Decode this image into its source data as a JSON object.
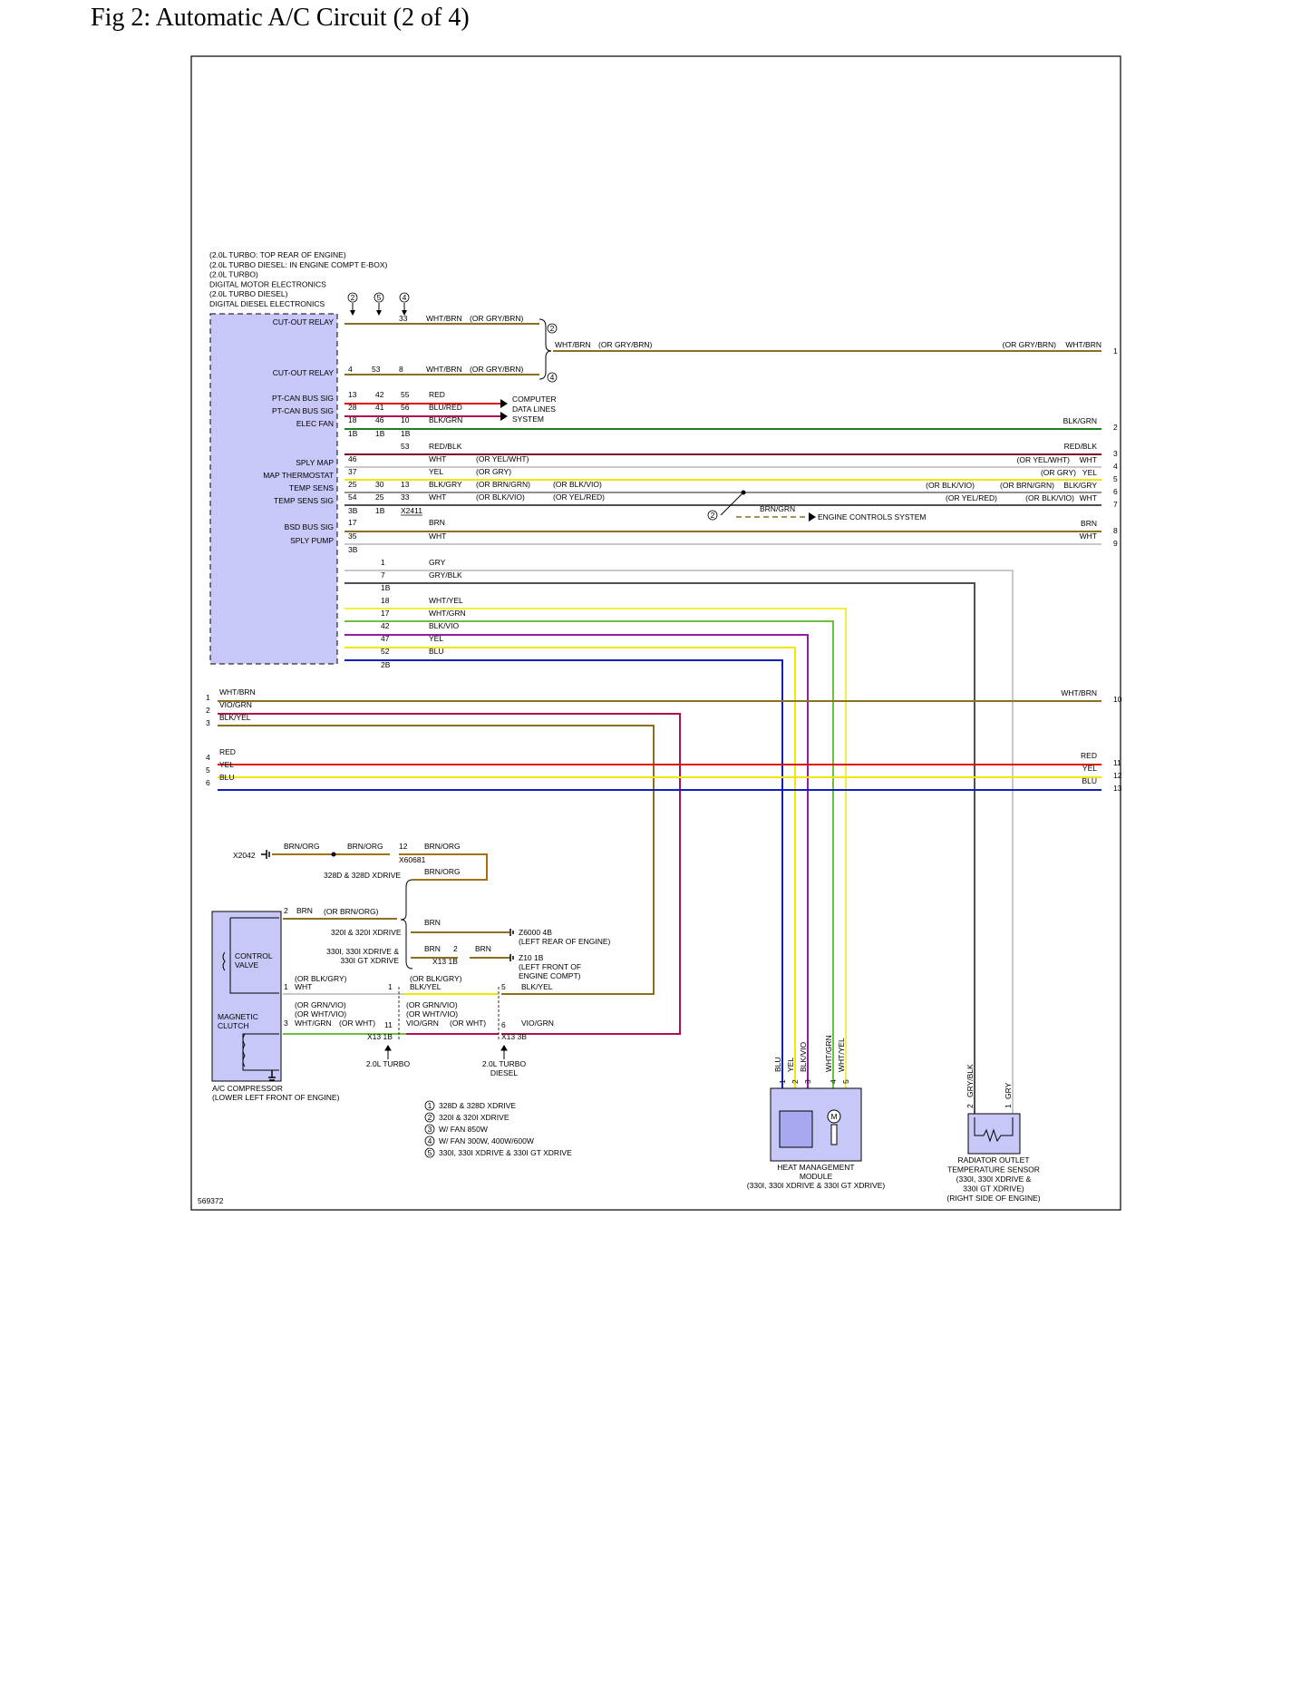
{
  "title": "Fig 2: Automatic A/C Circuit (2 of 4)",
  "figure_id": "569372",
  "colors": {
    "frame": "#000000",
    "module_fill": "#c8c8f8",
    "brown_olive": "#8a7020",
    "red": "#e01010",
    "magenta_red": "#b01050",
    "dark_red": "#800020",
    "green": "#208020",
    "white_wire": "#c8c8c8",
    "yellow": "#f0e800",
    "gray": "#909090",
    "dark_gray": "#505050",
    "purple": "#9020a0",
    "light_green": "#70c040",
    "blue": "#1020c0",
    "brn_org": "#a07010"
  },
  "dme": {
    "notes": [
      "(2.0L TURBO: TOP REAR OF ENGINE)",
      "(2.0L TURBO DIESEL: IN ENGINE COMPT E-BOX)",
      "(2.0L TURBO)",
      "DIGITAL MOTOR ELECTRONICS",
      "(2.0L TURBO DIESEL)",
      "DIGITAL DIESEL ELECTRONICS"
    ],
    "pins": [
      "CUT-OUT RELAY",
      "CUT-OUT RELAY",
      "PT-CAN BUS SIG",
      "PT-CAN BUS SIG",
      "ELEC FAN",
      "SPLY MAP",
      "MAP THERMOSTAT",
      "TEMP SENS",
      "TEMP SENS SIG",
      "BSD BUS SIG",
      "SPLY PUMP"
    ]
  },
  "circles": [
    "2",
    "5",
    "4",
    "1",
    "3"
  ],
  "labels": {
    "wht_brn": "WHT/BRN",
    "or_gry_brn": "(OR GRY/BRN)",
    "red": "RED",
    "blu_red": "BLU/RED",
    "blk_grn": "BLK/GRN",
    "red_blk": "RED/BLK",
    "wht": "WHT",
    "yel": "YEL",
    "blk_gry": "BLK/GRY",
    "or_yel_wht": "(OR YEL/WHT)",
    "or_gry": "(OR GRY)",
    "or_brn_grn": "(OR BRN/GRN)",
    "or_blk_vio": "(OR BLK/VIO)",
    "or_yel_red": "(OR YEL/RED)",
    "brn": "BRN",
    "brn_grn": "BRN/GRN",
    "gry": "GRY",
    "gry_blk": "GRY/BLK",
    "wht_yel": "WHT/YEL",
    "wht_grn": "WHT/GRN",
    "blk_vio": "BLK/VIO",
    "blu": "BLU",
    "vio_grn": "VIO/GRN",
    "blk_yel": "BLK/YEL",
    "brn_org": "BRN/ORG",
    "or_brn_org": "(OR BRN/ORG)",
    "or_blk_gry": "(OR BLK/GRY)",
    "or_grn_vio": "(OR GRN/VIO)",
    "or_wht_vio": "(OR WHT/VIO)",
    "or_wht": "(OR WHT)",
    "computer_data": [
      "COMPUTER",
      "DATA LINES",
      "SYSTEM"
    ],
    "engine_controls": "ENGINE CONTROLS SYSTEM",
    "x2411": "X2411",
    "x2042": "X2042",
    "x60681": "X60681",
    "x13_1b": "X13 1B",
    "x13_3b": "X13 3B",
    "z6000": [
      "Z6000 4B",
      "(LEFT REAR OF ENGINE)"
    ],
    "z10": [
      "Z10 1B",
      "(LEFT FRONT OF",
      "ENGINE COMPT)"
    ],
    "v328d": "328D & 328D XDRIVE",
    "v320i": "320I & 320I XDRIVE",
    "v330i": [
      "330I, 330I XDRIVE &",
      "330I GT XDRIVE"
    ],
    "turbo": "2.0L TURBO",
    "turbo_diesel": [
      "2.0L TURBO",
      "DIESEL"
    ],
    "control_valve": [
      "CONTROL",
      "VALVE"
    ],
    "magnetic_clutch": [
      "MAGNETIC",
      "CLUTCH"
    ],
    "ac_compressor": [
      "A/C COMPRESSOR",
      "(LOWER LEFT FRONT OF ENGINE)"
    ],
    "heat_module": [
      "HEAT MANAGEMENT",
      "MODULE",
      "(330I, 330I XDRIVE & 330I GT XDRIVE)"
    ],
    "radiator_sensor": [
      "RADIATOR OUTLET",
      "TEMPERATURE SENSOR",
      "(330I, 330I XDRIVE &",
      "330I GT XDRIVE)",
      "(RIGHT SIDE OF ENGINE)"
    ],
    "motor": "M"
  },
  "legend": [
    {
      "num": "1",
      "text": "328D & 328D XDRIVE"
    },
    {
      "num": "2",
      "text": "320I & 320I XDRIVE"
    },
    {
      "num": "3",
      "text": "W/ FAN 850W"
    },
    {
      "num": "4",
      "text": "W/ FAN 300W, 400W/600W"
    },
    {
      "num": "5",
      "text": "330I, 330I XDRIVE & 330I GT XDRIVE"
    }
  ]
}
